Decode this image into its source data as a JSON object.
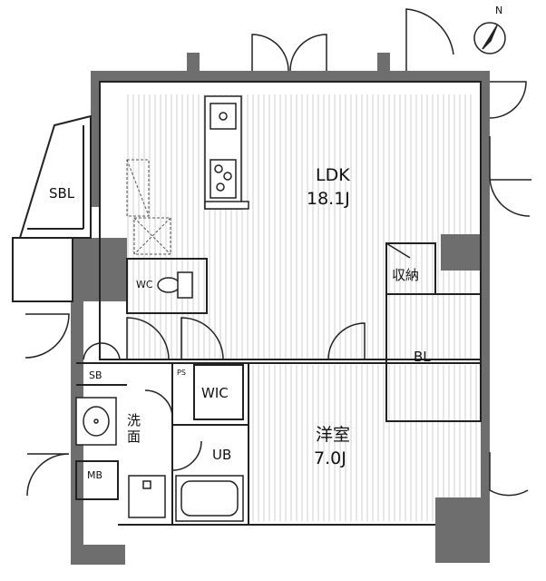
{
  "rooms": {
    "ldk": {
      "name": "LDK",
      "size": "18.1J"
    },
    "bedroom": {
      "name": "洋室",
      "size": "7.0J"
    },
    "sbl": {
      "name": "SBL"
    },
    "wc": {
      "name": "WC"
    },
    "storage": {
      "name": "収納"
    },
    "bl": {
      "name": "BL"
    },
    "sb": {
      "name": "SB"
    },
    "washroom": {
      "name": "洗\n面"
    },
    "ps": {
      "name": "PS"
    },
    "wic": {
      "name": "WIC"
    },
    "ub": {
      "name": "UB"
    },
    "mb": {
      "name": "MB"
    }
  },
  "compass": {
    "label": "N"
  },
  "colors": {
    "wall": "#6e6e6e",
    "floor_hatch": "#d0d0d0",
    "line": "#222222"
  }
}
